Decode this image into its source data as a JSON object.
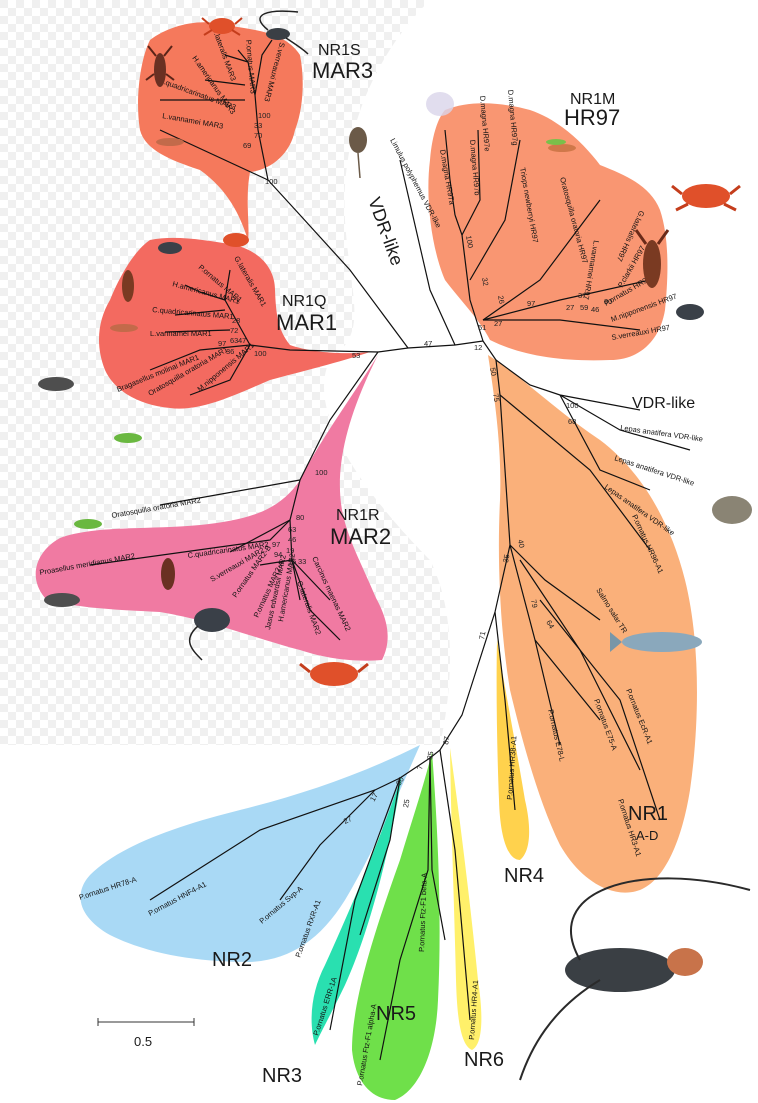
{
  "clades": {
    "nr1s": {
      "code": "NR1S",
      "name": "MAR3"
    },
    "nr1m": {
      "code": "NR1M",
      "name": "HR97"
    },
    "nr1q": {
      "code": "NR1Q",
      "name": "MAR1"
    },
    "nr1r": {
      "code": "NR1R",
      "name": "MAR2"
    },
    "vdr_like_left": "VDR-like",
    "vdr_like_right": "VDR-like",
    "nr1ad": {
      "code": "NR1",
      "sub": "A-D"
    },
    "nr2": "NR2",
    "nr3": "NR3",
    "nr4": "NR4",
    "nr5": "NR5",
    "nr6": "NR6"
  },
  "scale_bar": {
    "label": "0.5"
  },
  "colors": {
    "mar3": "#f5795c",
    "hr97": "#f99672",
    "mar1": "#f36a60",
    "mar2": "#f07aa2",
    "nr1ad": "#fab07a",
    "nr2": "#a9d9f5",
    "nr3": "#29e0b0",
    "nr4": "#ffd24d",
    "nr5": "#6fe04a",
    "nr6": "#fff06a",
    "checker": "#f2f2f2"
  },
  "leaves": {
    "mar3": [
      "G.lateralis MAR3",
      "H.americanus MAR3",
      "C.quadricarinatus MAR3",
      "L.vannamei MAR3",
      "P.ornatus MAR3",
      "S.verreauxi MAR3"
    ],
    "hr97": [
      "D.magna HR97a",
      "D.magna HR97b",
      "D.magna HR97g",
      "D.magna HR97e",
      "Triops newberryi HR97",
      "Oratosquilla oratoria HR97",
      "L.vannamei HR97",
      "G.lateralis HR97",
      "P.clarkii HR97",
      "P.ornatus HR97",
      "M.nipponensis HR97",
      "S.verreauxi HR97"
    ],
    "vdr_left": [
      "Limulus polyphemus VDR-like"
    ],
    "mar1": [
      "G.lateralis MAR1",
      "P.ornatus MAR1",
      "H.americanus MAR1",
      "C.quadricarinatus MAR1",
      "L.vannamei MAR1",
      "Bragasellus molinai MAR1",
      "Oratosquilla oratoria MAR1",
      "M.nipponensis MAR1"
    ],
    "vdr_right": [
      "Lepas anatifera VDR-like",
      "Lepas anatifera VDR-like",
      "Lepas anatifera VDR-like"
    ],
    "mar2": [
      "Oratosquilla oratoria MAR2",
      "Proasellus meridianus MAR2",
      "C.quadricarinatus MAR2",
      "S.verreauxi MAR2",
      "P.ornatus MAR2-B",
      "P.ornatus MAR2-A",
      "Jasus edwardsii MAR2",
      "H.americanus MAR2",
      "G.lateralis MAR2",
      "Carcinus maenas MAR2"
    ],
    "nr1ad": [
      "P.ornatus HR96-A1",
      "Salmo salar TR",
      "P.ornatus EcR-A1",
      "P.ornatus E75-A",
      "P.ornatus E78-L",
      "P.ornatus HR3-A1"
    ],
    "nr4": [
      "P.ornatus HR38-A1"
    ],
    "nr2": [
      "P.ornatus HR78-A",
      "P.ornatus HNF4-A1",
      "P.ornatus Svp-A",
      "P.ornatus RXR-A1"
    ],
    "nr3": [
      "P.ornatus ERR-1A"
    ],
    "nr5": [
      "P.ornatus Ftz-F1 alpha-A",
      "P.ornatus Ftz-F1 beta-A"
    ],
    "nr6": [
      "P.ornatus HR4-A1"
    ]
  },
  "support": {
    "mar3": [
      "100",
      "33",
      "70",
      "69",
      "100"
    ],
    "hr97": [
      "100",
      "32",
      "26",
      "97",
      "37",
      "27",
      "59",
      "46",
      "80",
      "51",
      "27"
    ],
    "mar1": [
      "28",
      "72",
      "63",
      "47",
      "97",
      "36",
      "100",
      "53",
      "47"
    ],
    "vdr": [
      "100",
      "68",
      "12",
      "50",
      "75"
    ],
    "mar2": [
      "100",
      "80",
      "63",
      "46",
      "97",
      "19",
      "16",
      "94",
      "33"
    ],
    "nr1ad": [
      "35",
      "40",
      "79",
      "64",
      "71"
    ],
    "lower": [
      "87",
      "35",
      "7",
      "30",
      "17",
      "27",
      "25"
    ]
  }
}
